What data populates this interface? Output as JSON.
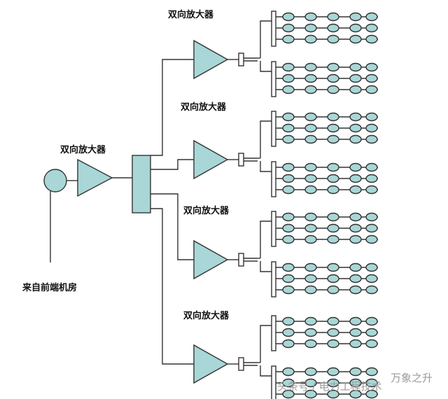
{
  "labels": {
    "source": "来自前端机房",
    "amp_main": "双向放大器",
    "amp_1": "双向放大器",
    "amp_2": "双向放大器",
    "amp_3": "双向放大器",
    "amp_4": "双向放大器"
  },
  "watermark": {
    "left": "头条号 / 电力工程技术",
    "right": "万象之升"
  },
  "colors": {
    "amplifier_fill": "#a9d6d6",
    "line": "#333333",
    "terminal_fill": "#ffffff"
  }
}
